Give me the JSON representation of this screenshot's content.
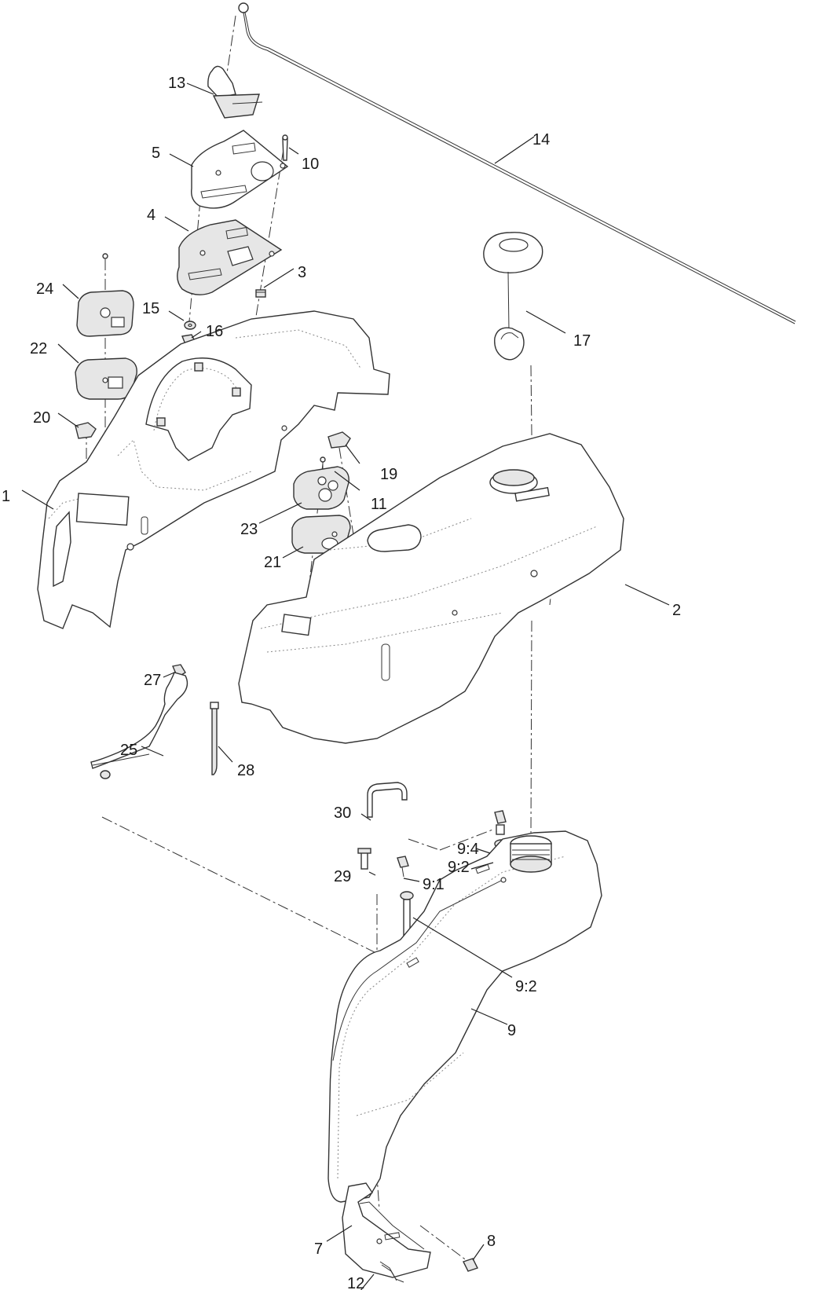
{
  "callouts": [
    {
      "id": "c1",
      "text": "1"
    },
    {
      "id": "c2",
      "text": "2"
    },
    {
      "id": "c3",
      "text": "3"
    },
    {
      "id": "c4",
      "text": "4"
    },
    {
      "id": "c5",
      "text": "5"
    },
    {
      "id": "c7",
      "text": "7"
    },
    {
      "id": "c8",
      "text": "8"
    },
    {
      "id": "c9",
      "text": "9"
    },
    {
      "id": "c9_1",
      "text": "9:1"
    },
    {
      "id": "c9_2a",
      "text": "9:2"
    },
    {
      "id": "c9_2b",
      "text": "9:2"
    },
    {
      "id": "c9_4",
      "text": "9:4"
    },
    {
      "id": "c10",
      "text": "10"
    },
    {
      "id": "c11",
      "text": "11"
    },
    {
      "id": "c12",
      "text": "12"
    },
    {
      "id": "c13",
      "text": "13"
    },
    {
      "id": "c14",
      "text": "14"
    },
    {
      "id": "c15",
      "text": "15"
    },
    {
      "id": "c16",
      "text": "16"
    },
    {
      "id": "c17",
      "text": "17"
    },
    {
      "id": "c19",
      "text": "19"
    },
    {
      "id": "c20",
      "text": "20"
    },
    {
      "id": "c21",
      "text": "21"
    },
    {
      "id": "c22",
      "text": "22"
    },
    {
      "id": "c23",
      "text": "23"
    },
    {
      "id": "c24",
      "text": "24"
    },
    {
      "id": "c25",
      "text": "25"
    },
    {
      "id": "c27",
      "text": "27"
    },
    {
      "id": "c28",
      "text": "28"
    },
    {
      "id": "c29",
      "text": "29"
    },
    {
      "id": "c30",
      "text": "30"
    }
  ]
}
